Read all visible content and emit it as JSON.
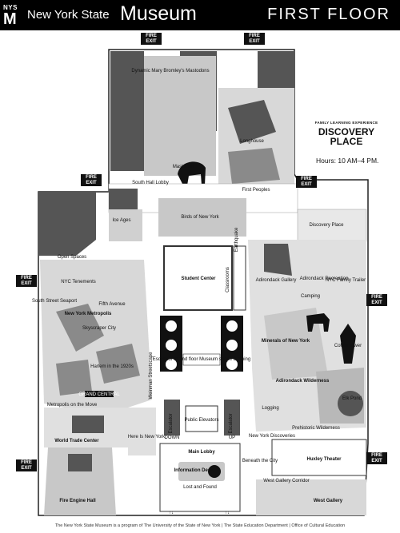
{
  "header": {
    "logo_nys": "NYS",
    "logo_m": "M",
    "title_part1": "New York State",
    "title_part2": "Museum",
    "floor": "FIRST FLOOR"
  },
  "fire_exit": "FIRE EXIT",
  "discovery_place_promo": {
    "tagline": "FAMILY LEARNING EXPERIENCE",
    "title_line1": "DISCOVERY",
    "title_line2": "PLACE",
    "hours": "Hours: 10 AM–4 PM."
  },
  "labels": {
    "dynamic_mastodon": "Dynamic Mary Bromley's Mastodons",
    "longhouse": "Longhouse",
    "mastodon": "Mastodon",
    "first_peoples": "First Peoples",
    "south_hall_lobby": "South Hall Lobby",
    "ice_ages": "Ice Ages",
    "birds_of_new_york": "Birds of New York",
    "discovery_place": "Discovery Place",
    "earthquake": "Earthquake",
    "open_spaces": "Open Spaces",
    "student_center": "Student Center",
    "classrooms": "Classrooms",
    "adirondack_gallery": "Adirondack Gallery",
    "adirondack_recreation": "Adirondack Recreation",
    "ny_family_trailer": "NYC Family Trailer",
    "camping": "Camping",
    "nyc_tenements": "NYC Tenements",
    "south_street_seaport": "South Street Seaport",
    "new_york_metropolis": "New York Metropolis",
    "fifth_avenue": "Fifth Avenue",
    "skyscraper_city": "Skyscraper City",
    "harlem": "Harlem in the 1920s",
    "minerals": "Minerals of New York",
    "colvin_tower": "Colvin Tower",
    "adirondack_wilderness": "Adirondack Wilderness",
    "escalator_note": "Escalator to 2nd floor Museum shops & dining",
    "weinman_streetscape": "Weinman Streetscape",
    "metropolis_on_the_move": "Metropolis on the Move",
    "elk_pond": "Elk Pond",
    "logging": "Logging",
    "prehistoric_wilderness": "Prehistoric Wilderness",
    "public_elevators": "Public Elevators",
    "escalator": "Escalator",
    "down": "DOWN",
    "up": "UP",
    "here_is_new_york": "Here Is New York",
    "world_trade_center": "World Trade Center",
    "main_lobby": "Main Lobby",
    "information_desk": "Information Desk",
    "lost_and_found": "Lost and Found",
    "new_york_discoveries": "New York Discoveries",
    "beneath_the_city": "Beneath the City",
    "huxley_theater": "Huxley Theater",
    "west_gallery_corridor": "West Gallery Corridor",
    "fire_engine_hall": "Fire Engine Hall",
    "west_gallery": "West Gallery",
    "grand_central": "GRAND CENTRAL"
  },
  "footer": "The New York State Museum is a program of The University of the State of New York | The State Education Department | Office of Cultural Education"
}
